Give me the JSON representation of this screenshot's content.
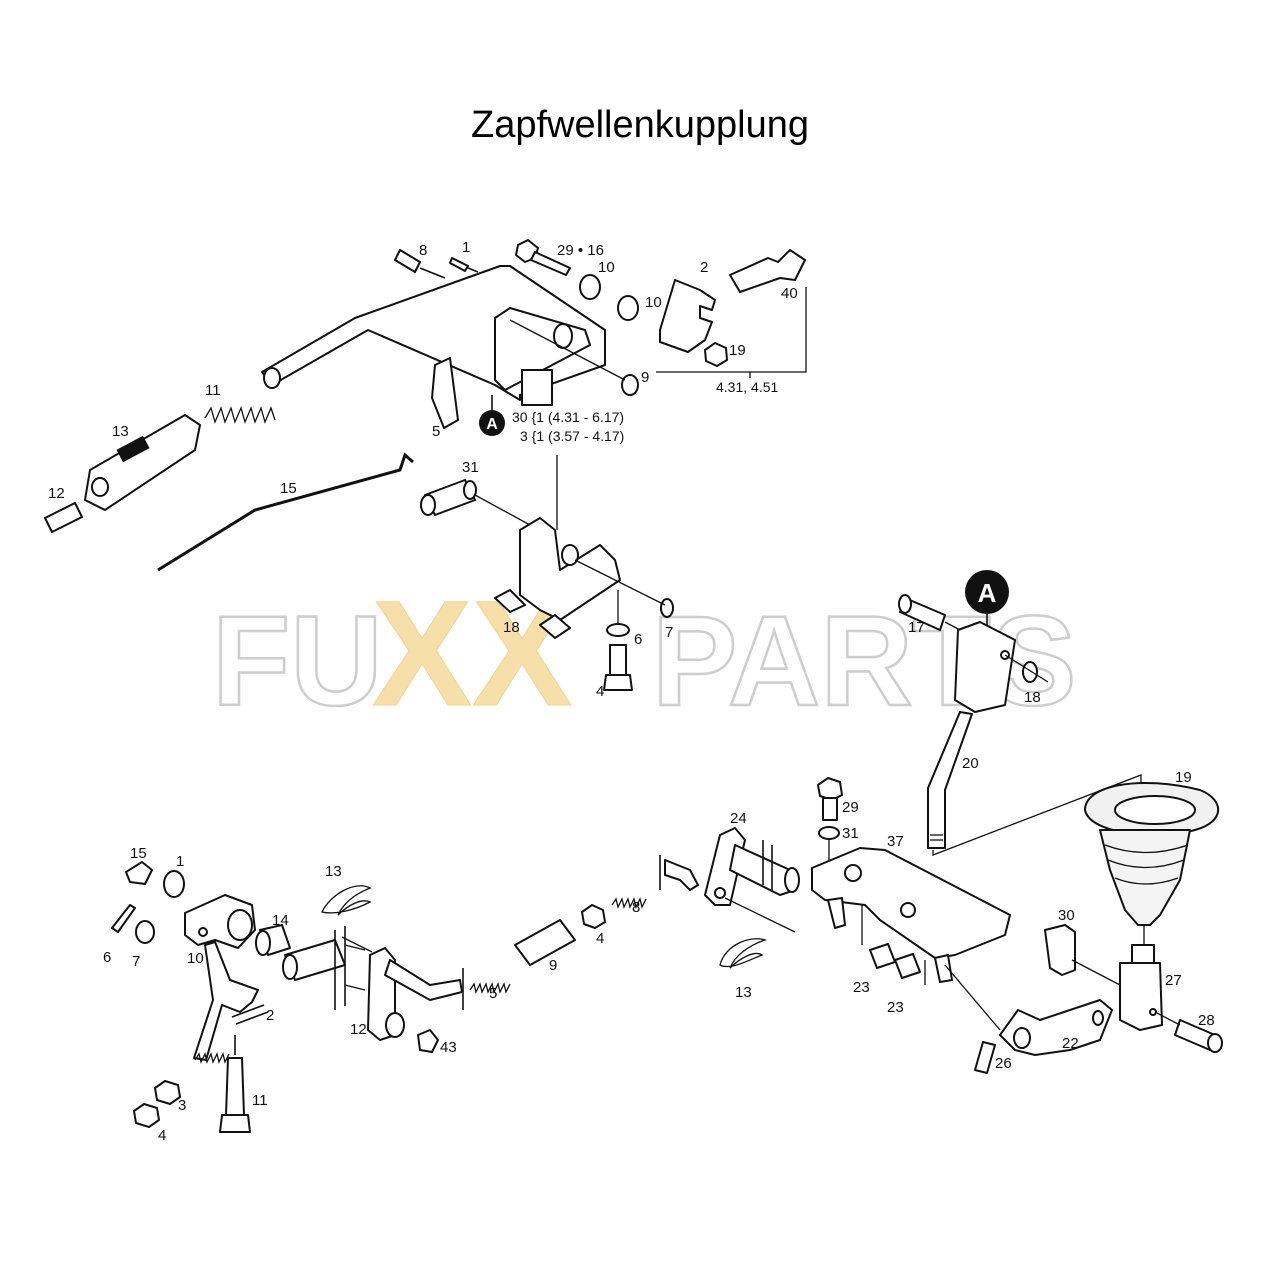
{
  "title": "Zapfwellenkupplung",
  "watermark": {
    "part1": "FU",
    "part2": "XX",
    "part3": "PARTS",
    "outline_color": "#c8c8c8",
    "accent_color": "#f6dca0"
  },
  "reference_marker": "A",
  "upper_assembly": {
    "labels": {
      "p8": "8",
      "p1": "1",
      "p29_16": "29 • 16",
      "p10a": "10",
      "p10b": "10",
      "p2": "2",
      "p40": "40",
      "p19": "19",
      "p9": "9",
      "p5": "5",
      "p11": "11",
      "p13": "13",
      "p12": "12",
      "p15": "15",
      "p31": "31",
      "p18": "18",
      "p6": "6",
      "p7": "7",
      "p4": "4"
    },
    "bracket_note": "4.31, 4.51",
    "variant_notes": [
      "30 {1 (4.31 - 6.17)",
      "3 {1 (3.57 - 4.17)"
    ]
  },
  "middle_right_assembly": {
    "labels": {
      "p17": "17",
      "p18": "18",
      "p20": "20"
    }
  },
  "lower_assembly": {
    "labels": {
      "p15": "15",
      "p1": "1",
      "p6": "6",
      "p7": "7",
      "p10": "10",
      "p14": "14",
      "p2": "2",
      "p3": "3",
      "p4a": "4",
      "p11": "11",
      "p13a": "13",
      "p12": "12",
      "p43": "43",
      "p5": "5",
      "p9": "9",
      "p4b": "4",
      "p8": "8",
      "p24": "24",
      "p13b": "13",
      "p29": "29",
      "p31": "31",
      "p37": "37",
      "p23a": "23",
      "p23b": "23",
      "p19": "19",
      "p30": "30",
      "p27": "27",
      "p22": "22",
      "p26": "26",
      "p28": "28"
    }
  }
}
